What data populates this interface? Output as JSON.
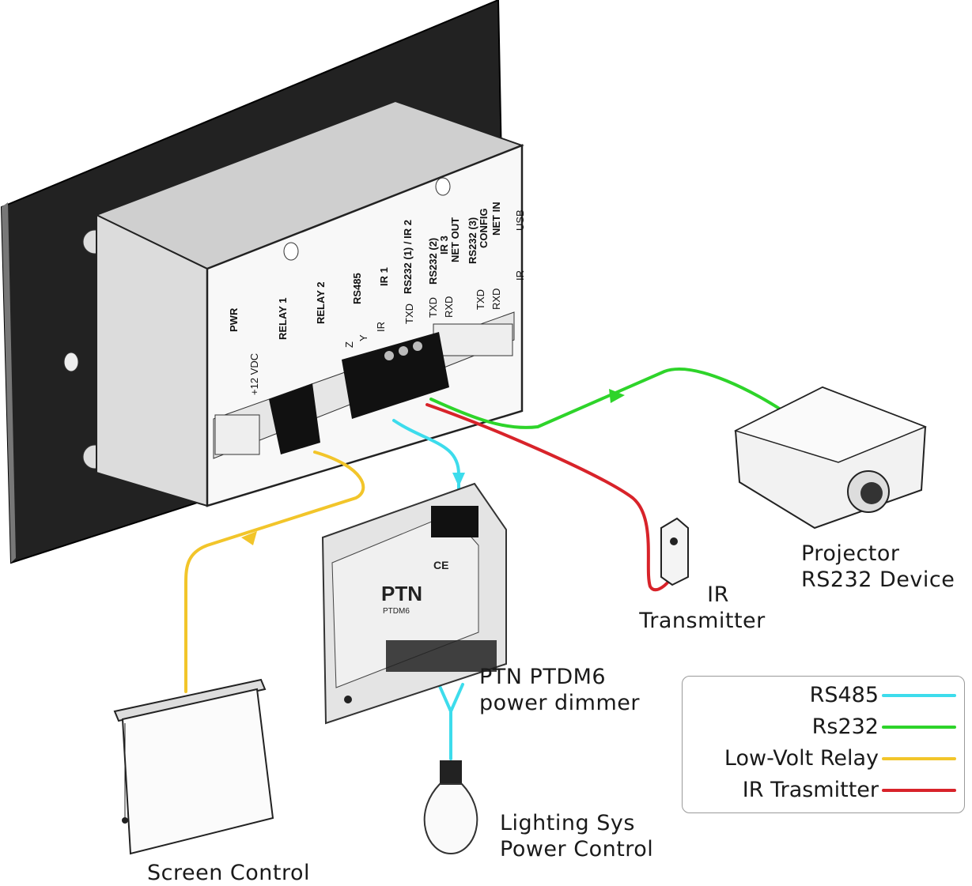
{
  "panel": {
    "port_labels": [
      "PWR",
      "+12 VDC",
      "RELAY 1",
      "RELAY 2",
      "RS485",
      "Z",
      "Y",
      "IR 1",
      "IR",
      "RS232 (1) / IR 2",
      "TXD",
      "RS232 (2)",
      "IR 3",
      "NET OUT",
      "TXD",
      "RXD",
      "RS232 (3)",
      "CONFIG",
      "NET IN",
      "TXD",
      "RXD",
      "USB",
      "IR"
    ]
  },
  "dimmer": {
    "brand": "PTN",
    "model": "PTDM6",
    "ce_mark": "CE"
  },
  "labels": {
    "projector": [
      "Projector",
      "RS232 Device"
    ],
    "ir_transmitter": [
      "IR",
      "Transmitter"
    ],
    "dimmer": [
      "PTN PTDM6",
      "power dimmer"
    ],
    "lighting": [
      "Lighting Sys",
      "Power Control"
    ],
    "screen": "Screen Control"
  },
  "legend": [
    {
      "label": "RS485",
      "color": "#3ddcec"
    },
    {
      "label": "Rs232",
      "color": "#2ed42a"
    },
    {
      "label": "Low-Volt Relay",
      "color": "#f2c52a"
    },
    {
      "label": "IR Trasmitter",
      "color": "#d8232a"
    }
  ],
  "wire_colors": {
    "rs485": "#3ddcec",
    "rs232": "#2ed42a",
    "relay": "#f2c52a",
    "ir": "#d8232a"
  }
}
